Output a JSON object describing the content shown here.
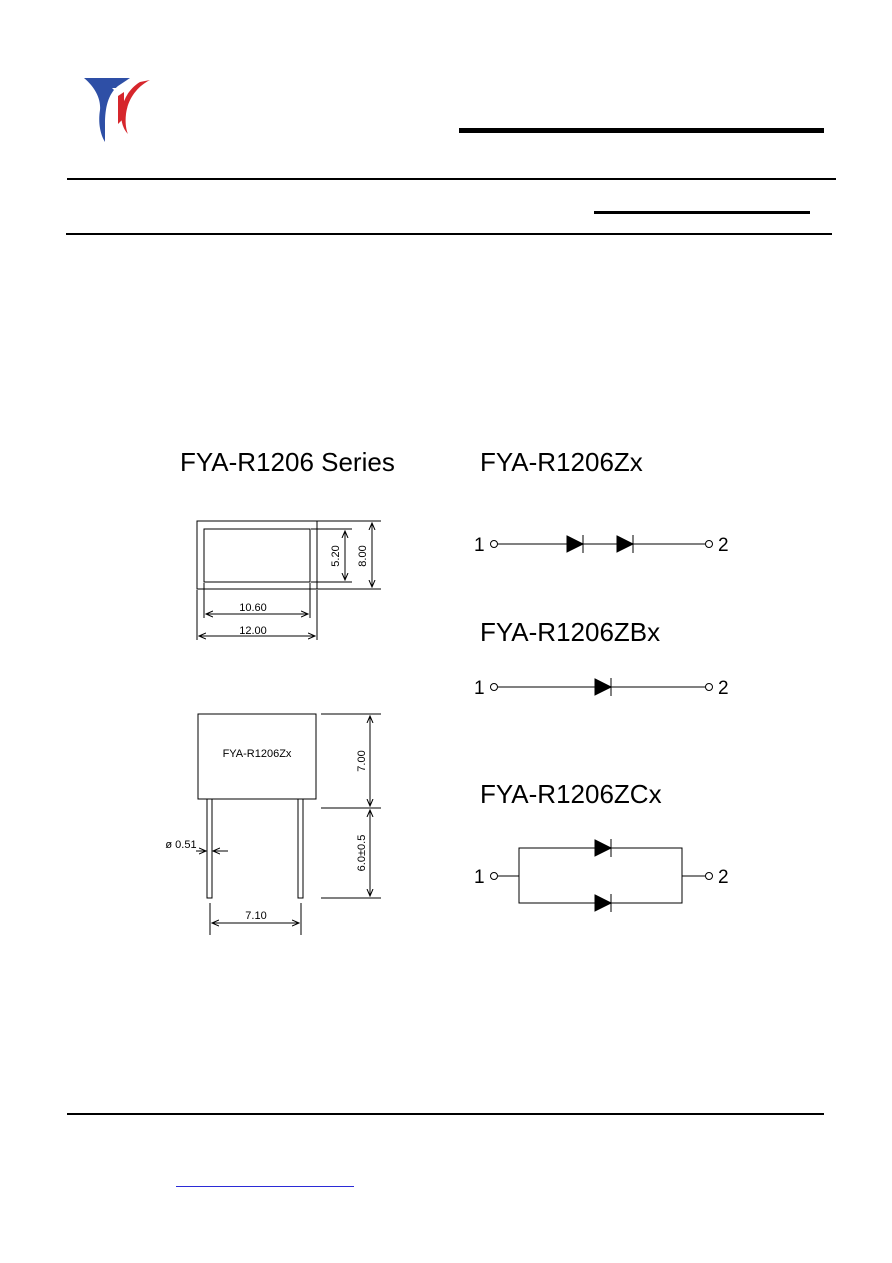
{
  "header": {
    "logo": {
      "name": "company-logo",
      "colors": {
        "blue": "#2e4fa6",
        "red": "#d6262c"
      }
    }
  },
  "drawing": {
    "series_title": "FYA-R1206 Series",
    "top_view": {
      "dim_inner_width": "10.60",
      "dim_outer_width": "12.00",
      "dim_inner_height": "5.20",
      "dim_outer_height": "8.00"
    },
    "side_view": {
      "body_label": "FYA-R1206Zx",
      "dim_body_height": "7.00",
      "dim_lead_length": "6.0±0.5",
      "dim_lead_diameter": "ø 0.51",
      "dim_lead_spacing": "7.10"
    }
  },
  "schematics": {
    "zx": {
      "title": "FYA-R1206Zx",
      "pin1": "1",
      "pin2": "2"
    },
    "zbx": {
      "title": "FYA-R1206ZBx",
      "pin1": "1",
      "pin2": "2"
    },
    "zcx": {
      "title": "FYA-R1206ZCx",
      "pin1": "1",
      "pin2": "2"
    }
  }
}
